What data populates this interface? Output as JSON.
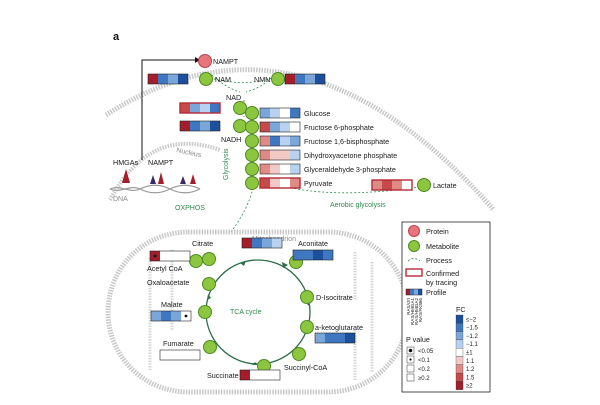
{
  "panel_label": "a",
  "cell": {
    "nucleus_label": "Nucleus",
    "mitochondrion_label": "Mitochondrion",
    "dna_label": "DNA",
    "hmga_label": "HMGAs",
    "nampt_gene_label": "NAMPT"
  },
  "nodes": {
    "nampt": "NAMPT",
    "nam": "NAM",
    "nmn": "NMN",
    "nad": "NAD",
    "nadh": "NADH",
    "glucose": "Glucose",
    "f6p": "Fructose 6-phosphate",
    "f16bp": "Fructose 1,6-bisphosphate",
    "dhap": "Dihydroxyacetone phosphate",
    "g3p": "Glyceraldehyde 3-phosphate",
    "pyruvate": "Pyruvate",
    "lactate": "Lactate",
    "citrate": "Citrate",
    "aconitate": "Aconitate",
    "d_isocitrate": "D-Isocitrate",
    "akg": "a-ketoglutarate",
    "succinyl_coa": "Succinyl-CoA",
    "succinate": "Succinate",
    "fumarate": "Fumarate",
    "malate": "Malate",
    "oxaloacetate": "Oxaloacetate",
    "acetyl_coa": "Acetyl CoA"
  },
  "processes": {
    "glycolysis": "Glycolysis",
    "aerobic_glycolysis": "Aerobic glycolysis",
    "oxphos": "OXPHOS",
    "tca_cycle": "TCA cycle"
  },
  "legend": {
    "protein": "Protein",
    "metabolite": "Metabolite",
    "process": "Process",
    "confirmed_line1": "Confirmed",
    "confirmed_line2": "by tracing",
    "profile": "Profile",
    "profile_columns": [
      "RAS/ctrl",
      "RAS/HMGA1",
      "RAS/HMGA2",
      "RAS/FK866"
    ],
    "fc_title": "FC",
    "fc_levels": [
      "≤−2",
      "−1.5",
      "−1.2",
      "−1.1",
      "±1",
      "1.1",
      "1.2",
      "1.5",
      "≥2"
    ],
    "fc_colors": [
      "#1c4f9c",
      "#3f78c0",
      "#7aa6da",
      "#b8d1ee",
      "#ffffff",
      "#f3c9c6",
      "#e08a86",
      "#c8494a",
      "#a31d2a"
    ],
    "p_title": "P value",
    "p_levels": [
      "<0.05",
      "<0.1",
      "<0.2",
      "≥0.2"
    ]
  }
}
